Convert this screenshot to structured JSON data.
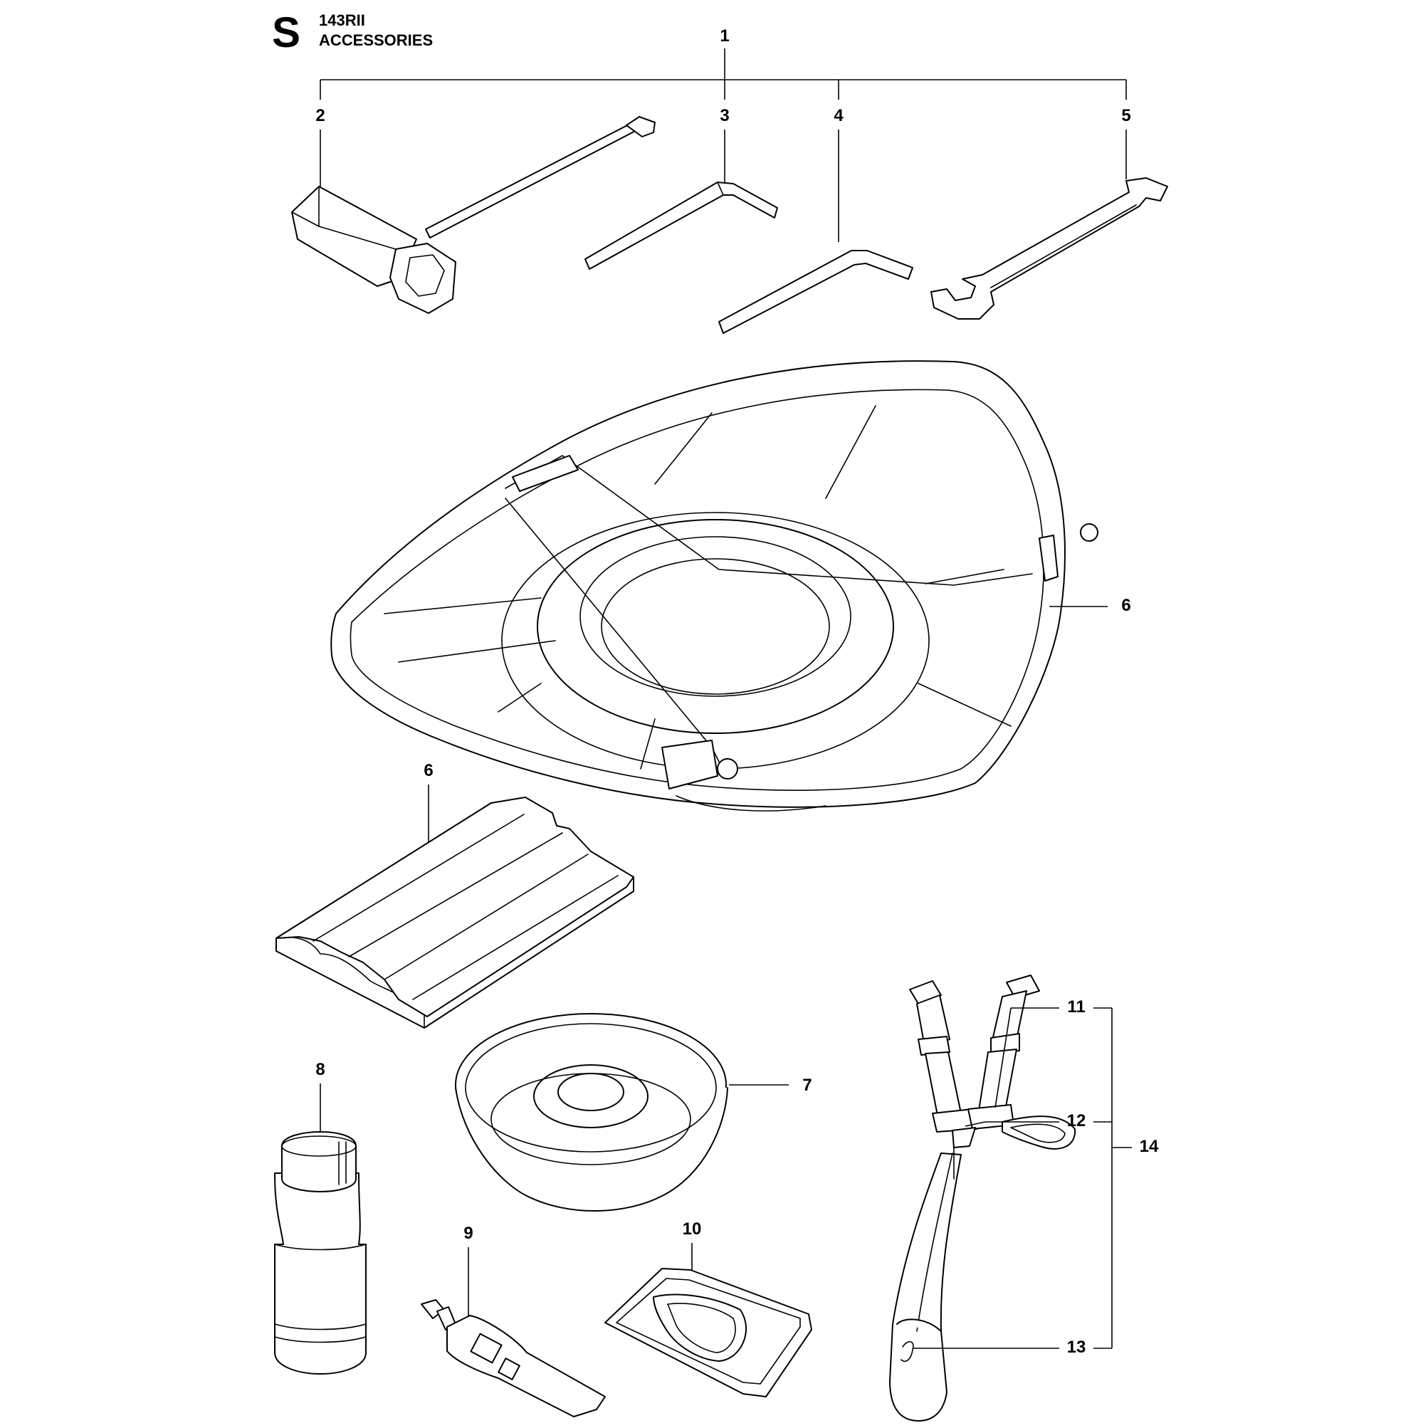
{
  "header": {
    "section_letter": "S",
    "model": "143RII",
    "title": "ACCESSORIES"
  },
  "callouts": {
    "c1": "1",
    "c2": "2",
    "c3": "3",
    "c4": "4",
    "c5": "5",
    "c6a": "6",
    "c6b": "6",
    "c7": "7",
    "c8": "8",
    "c9": "9",
    "c10": "10",
    "c11": "11",
    "c12": "12",
    "c13": "13",
    "c14": "14"
  },
  "parts": [
    {
      "ref": "1",
      "icon": "tool-kit-group"
    },
    {
      "ref": "2",
      "icon": "spark-plug-wrench-icon"
    },
    {
      "ref": "3",
      "icon": "hex-key-small-icon"
    },
    {
      "ref": "4",
      "icon": "hex-key-large-icon"
    },
    {
      "ref": "5",
      "icon": "combination-wrench-icon"
    },
    {
      "ref": "6",
      "icon": "blade-guard-icon"
    },
    {
      "ref": "6",
      "icon": "transport-guard-icon"
    },
    {
      "ref": "7",
      "icon": "support-cup-icon"
    },
    {
      "ref": "8",
      "icon": "oil-bottle-icon"
    },
    {
      "ref": "9",
      "icon": "grease-tube-icon"
    },
    {
      "ref": "10",
      "icon": "tool-bag-icon"
    },
    {
      "ref": "11",
      "icon": "harness-buckle-icon"
    },
    {
      "ref": "12",
      "icon": "harness-buckle-icon"
    },
    {
      "ref": "13",
      "icon": "harness-hook-icon"
    },
    {
      "ref": "14",
      "icon": "harness-group"
    }
  ]
}
